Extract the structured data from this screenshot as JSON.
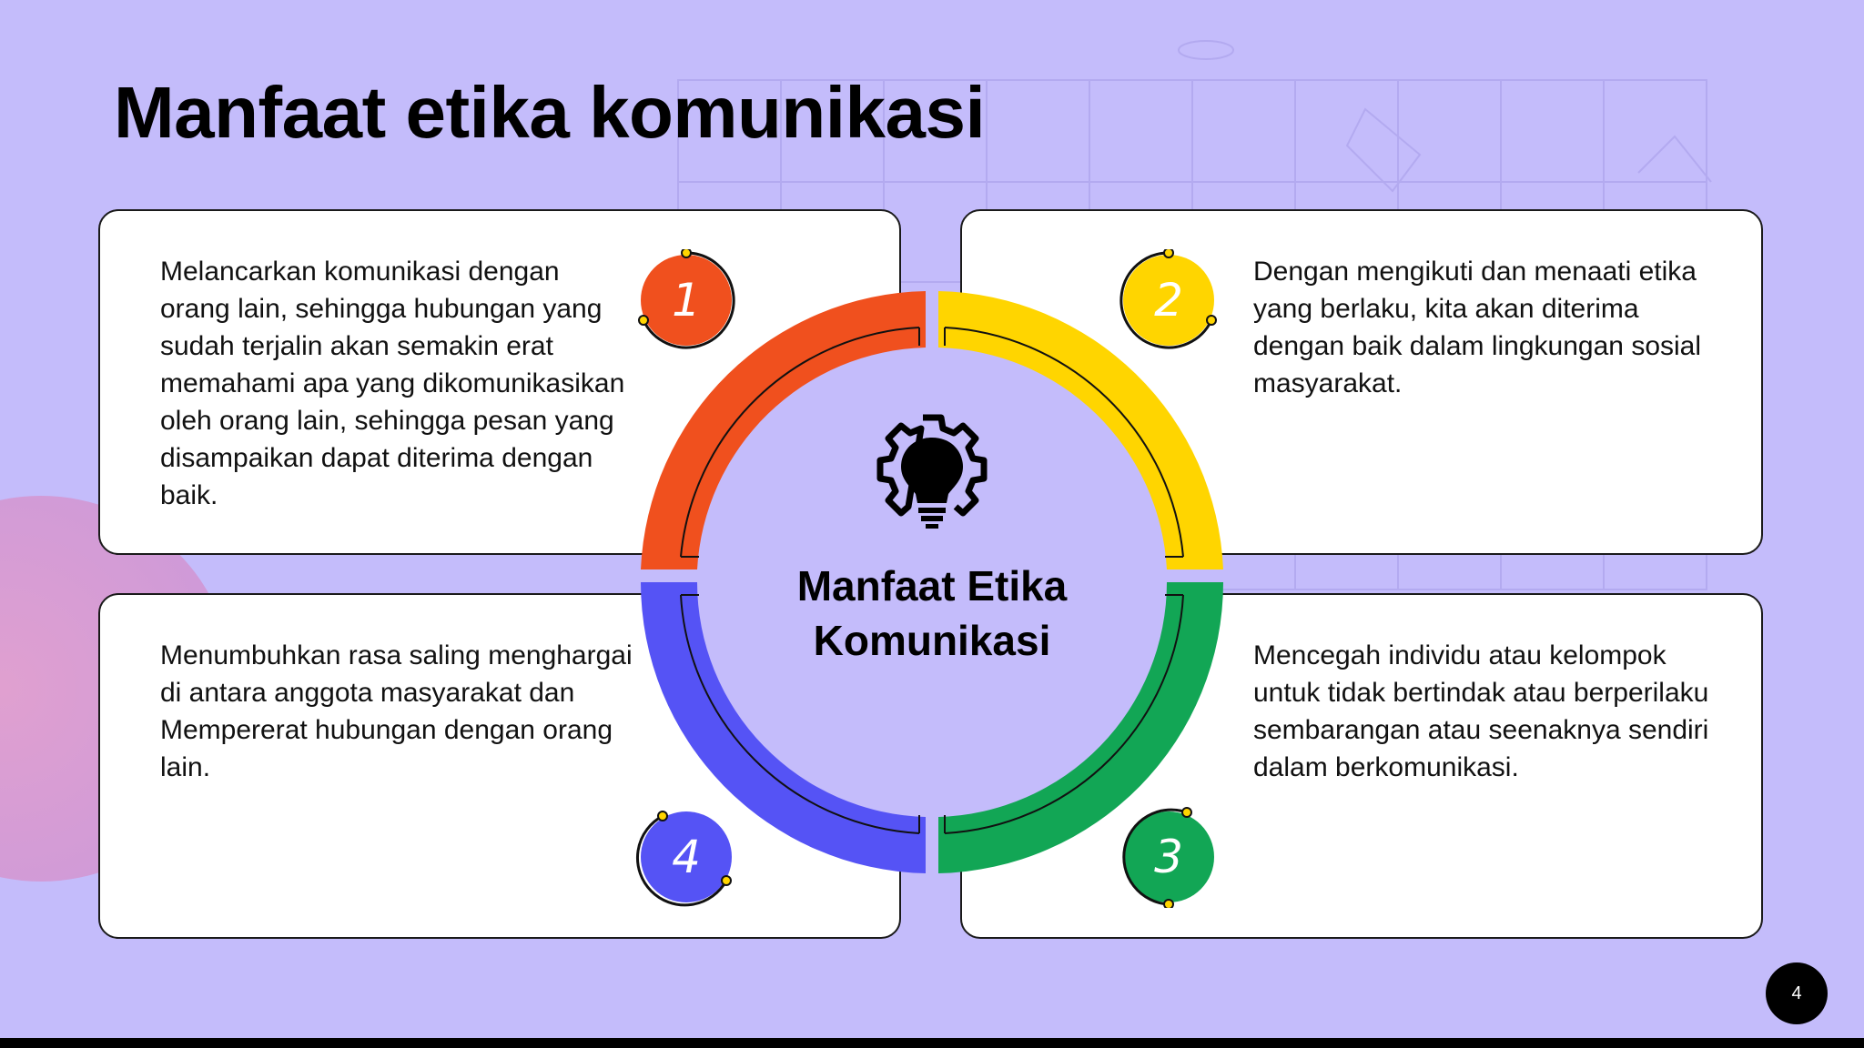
{
  "slide": {
    "title": "Manfaat etika komunikasi",
    "center_label_line1": "Manfaat Etika",
    "center_label_line2": "Komunikasi",
    "page_number": "4"
  },
  "items": [
    {
      "number": "1",
      "color": "#f0501e",
      "text": "Melancarkan komunikasi dengan orang lain, sehingga hubungan yang sudah terjalin akan semakin erat memahami apa yang dikomunikasikan oleh orang lain, sehingga pesan yang disampaikan dapat diterima dengan baik."
    },
    {
      "number": "2",
      "color": "#ffd500",
      "text": "Dengan mengikuti dan menaati etika yang berlaku, kita akan diterima dengan baik dalam lingkungan sosial masyarakat."
    },
    {
      "number": "3",
      "color": "#12a655",
      "text": "Mencegah individu atau kelompok untuk tidak bertindak atau berperilaku sembarangan atau seenaknya sendiri dalam berkomunikasi."
    },
    {
      "number": "4",
      "color": "#5553f5",
      "text": "Menumbuhkan rasa saling menghargai di antara anggota masyarakat dan Mempererat hubungan dengan orang lain."
    }
  ],
  "icons": {
    "center": "gear-lightbulb-icon"
  },
  "colors": {
    "background": "#c4bcfb",
    "accent_pink": "#e79acb"
  }
}
